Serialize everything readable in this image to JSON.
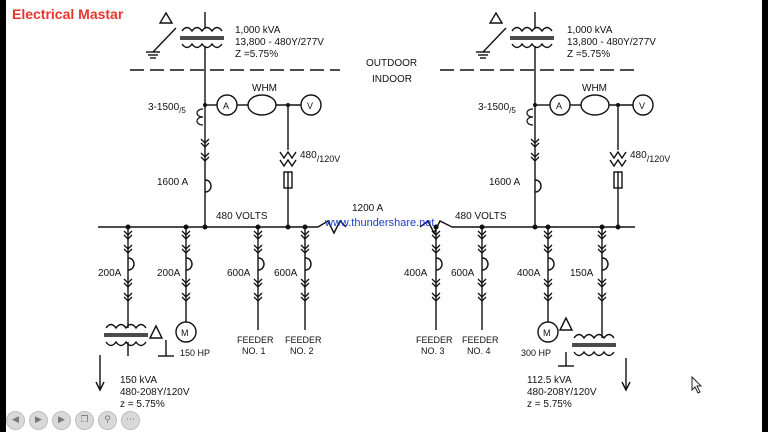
{
  "brand": "Electrical Mastar",
  "watermark": "www.thundershare.net",
  "labels": {
    "outdoor": "OUTDOOR",
    "indoor": "INDOOR",
    "bus_left": "480 VOLTS",
    "bus_right": "480 VOLTS",
    "tie": "1200 A"
  },
  "transformers": {
    "left": {
      "kva": "1,000 kVA",
      "volt": "13,800 - 480Y/277V",
      "z": "Z =5.75%"
    },
    "right": {
      "kva": "1,000 kVA",
      "volt": "13,800 - 480Y/277V",
      "z": "Z =5.75%"
    },
    "small_left": {
      "kva": "150 kVA",
      "volt": "480-208Y/120V",
      "z": "z = 5.75%"
    },
    "small_right": {
      "kva": "112.5 kVA",
      "volt": "480-208Y/120V",
      "z": "z = 5.75%"
    }
  },
  "metering": {
    "left": {
      "ct": "3-1500",
      "ct_sub": "/5",
      "whm": "WHM",
      "a": "A",
      "v": "V",
      "pt": "480",
      "pt_sub": "/120V",
      "breaker": "1600 A"
    },
    "right": {
      "ct": "3-1500",
      "ct_sub": "/5",
      "whm": "WHM",
      "a": "A",
      "v": "V",
      "pt": "480",
      "pt_sub": "/120V",
      "breaker": "1600 A"
    }
  },
  "branches": {
    "b1": "200A",
    "b2": "200A",
    "b3": "600A",
    "b4": "600A",
    "b5": "400A",
    "b6": "600A",
    "b7": "400A",
    "b8": "150A"
  },
  "loads": {
    "motor_left": {
      "symbol": "M",
      "rating": "150 HP"
    },
    "motor_right": {
      "symbol": "M",
      "rating": "300 HP"
    },
    "feeder1": [
      "FEEDER",
      "NO. 1"
    ],
    "feeder2": [
      "FEEDER",
      "NO. 2"
    ],
    "feeder3": [
      "FEEDER",
      "NO. 3"
    ],
    "feeder4": [
      "FEEDER",
      "NO. 4"
    ]
  }
}
